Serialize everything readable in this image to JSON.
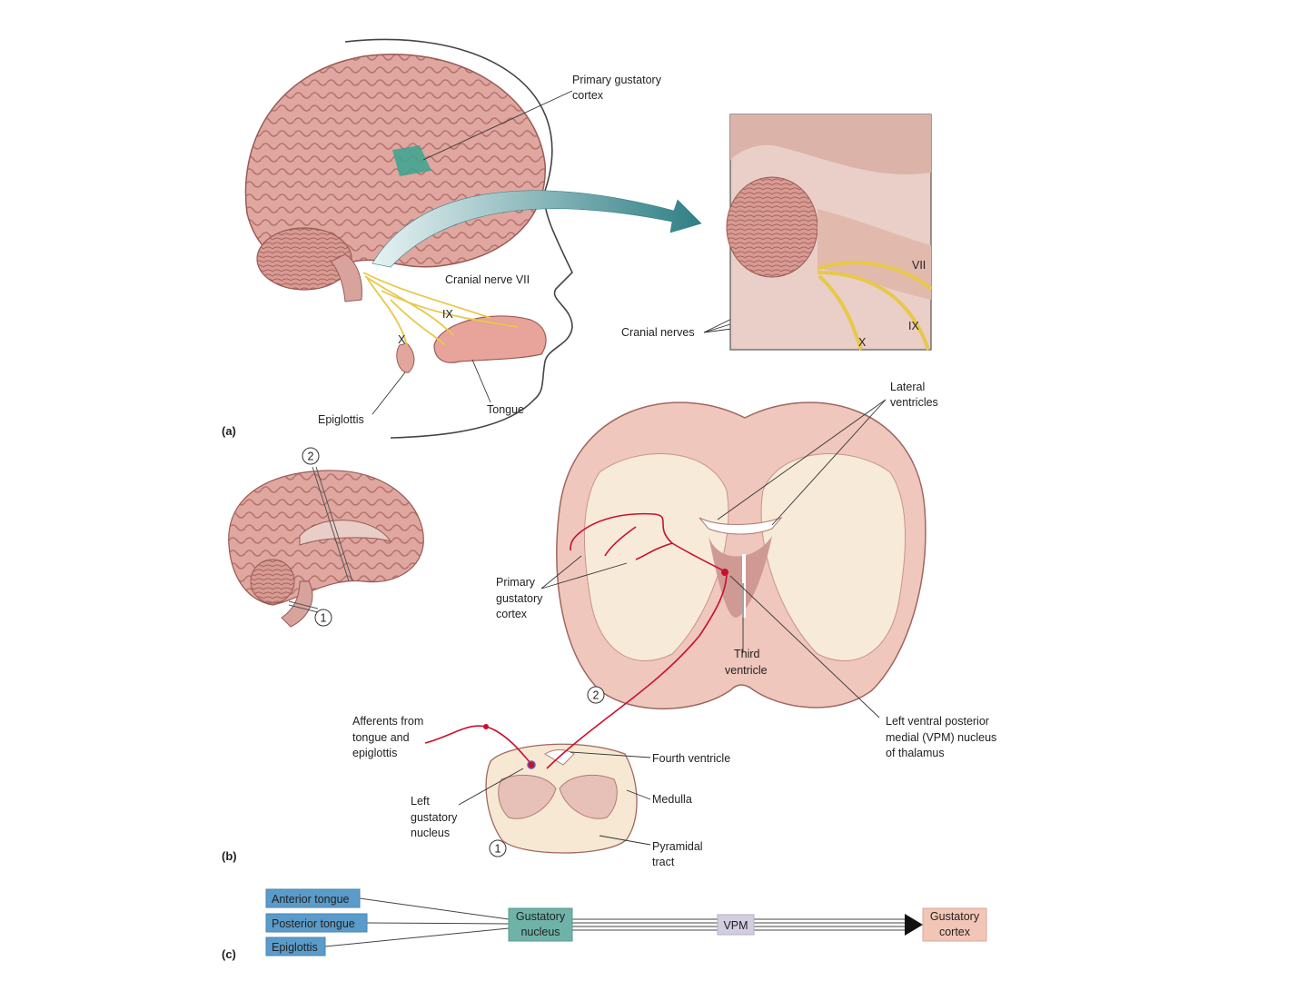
{
  "panel_a": {
    "letter": "(a)",
    "labels": {
      "primary_gustatory_cortex": [
        "Primary gustatory",
        "cortex"
      ],
      "cranial_nerve_vii": "Cranial nerve VII",
      "ix": "IX",
      "x": "X",
      "epiglottis": "Epiglottis",
      "tongue": "Tongue",
      "cranial_nerves": "Cranial nerves"
    },
    "inset": {
      "vii": "VII",
      "ix": "IX",
      "x": "X"
    }
  },
  "panel_b": {
    "letter": "(b)",
    "section_markers": {
      "one": "1",
      "two": "2"
    },
    "labels": {
      "lateral_ventricles": [
        "Lateral",
        "ventricles"
      ],
      "primary_gustatory_cortex": [
        "Primary",
        "gustatory",
        "cortex"
      ],
      "third_ventricle": [
        "Third",
        "ventricle"
      ],
      "left_vpm": [
        "Left ventral posterior",
        "medial (VPM) nucleus",
        "of thalamus"
      ],
      "afferents": [
        "Afferents from",
        "tongue and",
        "epiglottis"
      ],
      "fourth_ventricle": "Fourth ventricle",
      "medulla": "Medulla",
      "left_gustatory_nucleus": [
        "Left",
        "gustatory",
        "nucleus"
      ],
      "pyramidal_tract": [
        "Pyramidal",
        "tract"
      ]
    }
  },
  "panel_c": {
    "letter": "(c)",
    "inputs": [
      "Anterior tongue",
      "Posterior tongue",
      "Epiglottis"
    ],
    "relay": [
      "Gustatory",
      "nucleus"
    ],
    "thalamus": "VPM",
    "target": [
      "Gustatory",
      "cortex"
    ],
    "colors": {
      "input": "#5b9bc9",
      "relay": "#6fb3a8",
      "thalamus": "#d3cde0",
      "target": "#f2c6b6"
    }
  }
}
